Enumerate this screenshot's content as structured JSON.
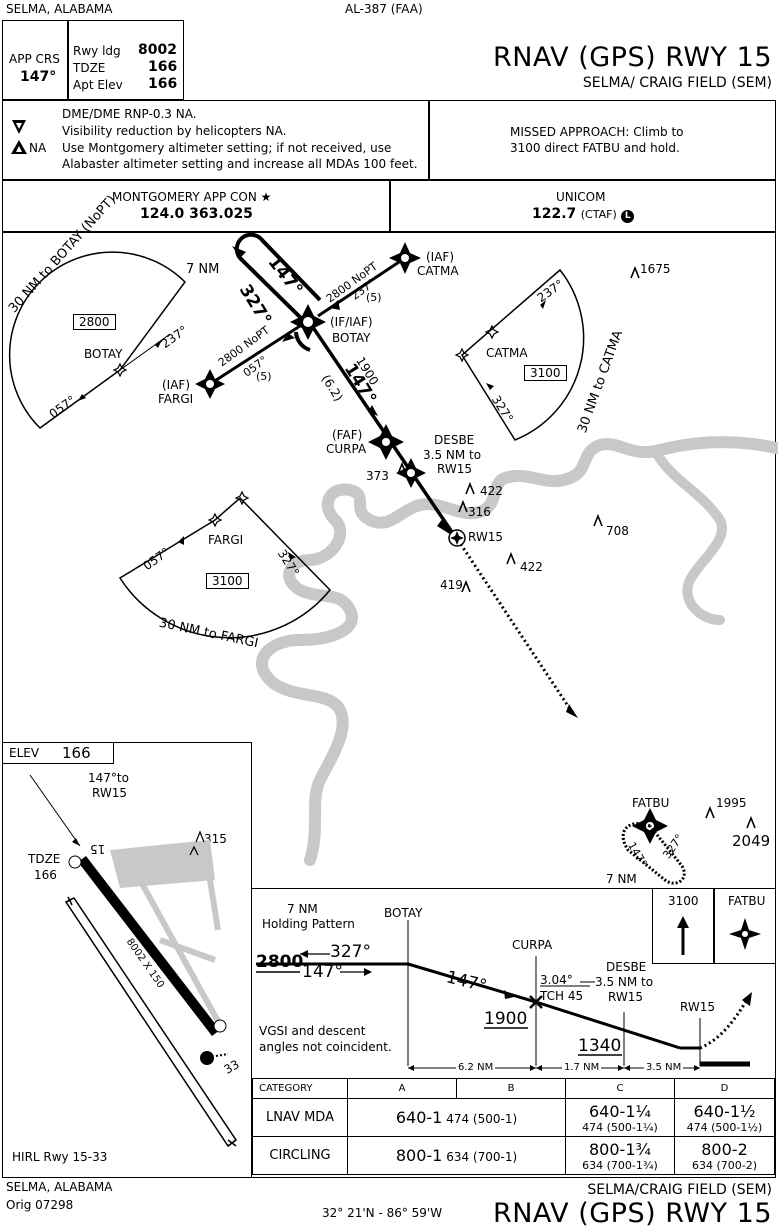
{
  "header": {
    "location_tl": "SELMA, ALABAMA",
    "chart_id": "AL-387 (FAA)",
    "title": "RNAV (GPS) RWY 15",
    "subtitle": "SELMA/ CRAIG FIELD (SEM)",
    "app_crs_label": "APP CRS",
    "app_crs_value": "147°",
    "rwy_ldg_label": "Rwy ldg",
    "rwy_ldg_value": "8002",
    "tdze_label": "TDZE",
    "tdze_value": "166",
    "apt_elev_label": "Apt Elev",
    "apt_elev_value": "166"
  },
  "notes": {
    "line1": "DME/DME RNP-0.3 NA.",
    "line2": "Visibility reduction by helicopters NA.",
    "line3": "Use Montgomery altimeter setting; if not received, use",
    "line4": "Alabaster altimeter setting and increase all MDAs 100 feet.",
    "na_label": "NA",
    "missed_1": "MISSED APPROACH:  Climb to",
    "missed_2": "3100 direct FATBU and hold."
  },
  "comms": {
    "app_name": "MONTGOMERY APP CON",
    "app_freq": "124.0  363.025",
    "unicom_name": "UNICOM",
    "unicom_freq": "122.7",
    "unicom_ctaf": "(CTAF)",
    "unicom_l": "L"
  },
  "planview": {
    "seven_nm": "7 NM",
    "crs_147": "147°",
    "crs_327": "327°",
    "catma_iaf": "(IAF)",
    "catma": "CATMA",
    "catma_route_1": "2800 NoPT",
    "catma_route_2": "237°",
    "catma_route_3": "(5)",
    "botay_iaf": "(IF/IAF)",
    "botay": "BOTAY",
    "fargi_route_1": "2800 NoPT",
    "fargi_route_2": "057°",
    "fargi_route_3": "(5)",
    "fargi_iaf": "(IAF)",
    "fargi": "FARGI",
    "seg_alt": "1900",
    "seg_crs": "147°",
    "seg_dist": "(6.2)",
    "curpa_faf": "(FAF)",
    "curpa": "CURPA",
    "desbe": "DESBE",
    "desbe_2": "3.5 NM to",
    "desbe_3": "RW15",
    "rw15": "RW15",
    "obs_373": "373",
    "obs_422a": "422",
    "obs_316": "316",
    "obs_708": "708",
    "obs_422b": "422",
    "obs_419": "419",
    "obs_1675": "1675",
    "obs_1995": "1995",
    "obs_2049": "2049",
    "taa_botay_arc": "30 NM to BOTAY (NoPT)",
    "taa_botay_alt": "2800",
    "taa_botay_fix": "BOTAY",
    "taa_botay_c1": "237°",
    "taa_botay_c2": "057°",
    "taa_catma_fix": "CATMA",
    "taa_catma_alt": "3100",
    "taa_catma_c1": "237°",
    "taa_catma_c2": "327°",
    "taa_catma_arc": "30 NM to CATMA",
    "taa_fargi_fix": "FARGI",
    "taa_fargi_alt": "3100",
    "taa_fargi_c1": "057°",
    "taa_fargi_c2": "327°",
    "taa_fargi_arc": "30 NM to FARGI",
    "fatbu": "FATBU",
    "fatbu_c1": "147°",
    "fatbu_c2": "327°",
    "fatbu_nm": "7 NM"
  },
  "airport": {
    "elev_label": "ELEV",
    "elev_value": "166",
    "crs_1": "147°to",
    "crs_2": "RW15",
    "tdze_label": "TDZE",
    "tdze_value": "166",
    "obs_315": "315",
    "rwy_dims": "8002 X 150",
    "rwy15": "15",
    "rwy33": "33",
    "lighting": "HIRL Rwy 15-33"
  },
  "profile": {
    "hold_1": "7 NM",
    "hold_2": "Holding Pattern",
    "botay": "BOTAY",
    "curpa": "CURPA",
    "alt_2800": "2800",
    "crs_327": "327°",
    "crs_147a": "147°",
    "crs_147b": "147°",
    "gs_1": "3.04°",
    "gs_2": "TCH 45",
    "desbe_1": "DESBE",
    "desbe_2": "3.5 NM to",
    "desbe_3": "RW15",
    "alt_1900": "1900",
    "alt_1340": "1340",
    "rw15": "RW15",
    "vgsi_1": "VGSI and descent",
    "vgsi_2": "angles not coincident.",
    "d1": "6.2 NM",
    "d2": "1.7 NM",
    "d3": "3.5 NM",
    "missed_alt": "3100",
    "missed_fix": "FATBU"
  },
  "minimums": {
    "category": "CATEGORY",
    "cats": [
      "A",
      "B",
      "C",
      "D"
    ],
    "lnav_label": "LNAV MDA",
    "lnav_ab": "640-1",
    "lnav_ab_sub": "474 (500-1)",
    "lnav_c": "640-1¼",
    "lnav_c_sub": "474 (500-1¼)",
    "lnav_d": "640-1½",
    "lnav_d_sub": "474 (500-1½)",
    "circ_label": "CIRCLING",
    "circ_ab": "800-1",
    "circ_ab_sub": "634 (700-1)",
    "circ_c": "800-1¾",
    "circ_c_sub": "634 (700-1¾)",
    "circ_d": "800-2",
    "circ_d_sub": "634 (700-2)"
  },
  "footer": {
    "location": "SELMA, ALABAMA",
    "orig": "Orig  07298",
    "coords": "32° 21'N - 86° 59'W",
    "subtitle": "SELMA/CRAIG FIELD (SEM)",
    "title": "RNAV (GPS) RWY 15"
  }
}
